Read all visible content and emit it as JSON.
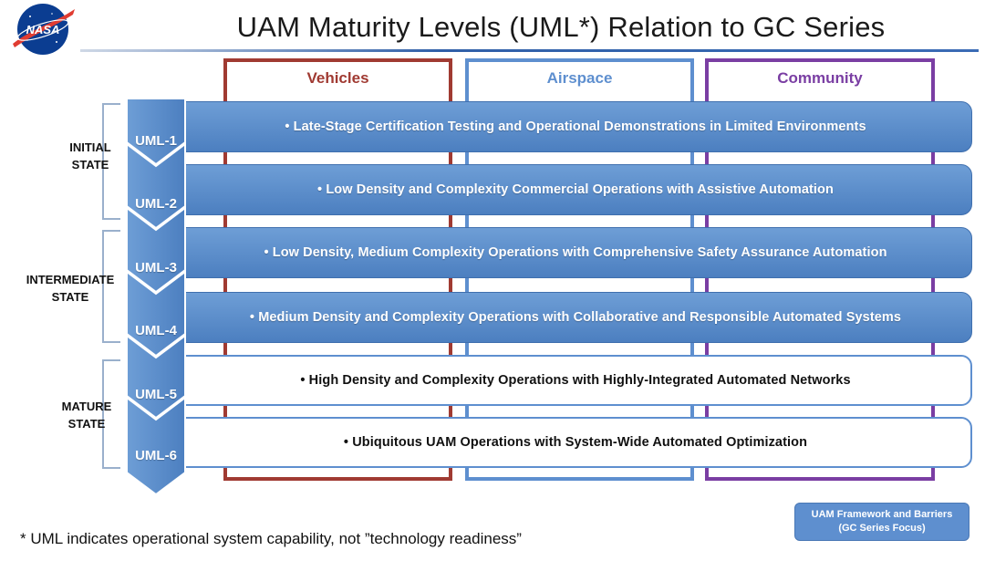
{
  "logo": {
    "text": "NASA",
    "icon": "nasa-meatball-icon"
  },
  "title": "UAM Maturity Levels (UML*) Relation to GC Series",
  "columns": [
    {
      "label": "Vehicles",
      "color": "#a03a32"
    },
    {
      "label": "Airspace",
      "color": "#5e8fcf"
    },
    {
      "label": "Community",
      "color": "#7a3ea3"
    }
  ],
  "states": [
    {
      "line1": "INITIAL",
      "line2": "STATE"
    },
    {
      "line1": "INTERMEDIATE",
      "line2": "STATE"
    },
    {
      "line1": "MATURE",
      "line2": "STATE"
    }
  ],
  "levels": [
    {
      "id": "UML-1",
      "text": "• Late-Stage Certification Testing and Operational Demonstrations in Limited Environments",
      "style": "filled"
    },
    {
      "id": "UML-2",
      "text": "• Low Density and Complexity Commercial Operations with Assistive Automation",
      "style": "filled"
    },
    {
      "id": "UML-3",
      "text": "• Low Density, Medium Complexity Operations with Comprehensive Safety Assurance Automation",
      "style": "filled"
    },
    {
      "id": "UML-4",
      "text": "• Medium Density and Complexity Operations with Collaborative and Responsible Automated Systems",
      "style": "filled"
    },
    {
      "id": "UML-5",
      "text": "• High Density and Complexity Operations with Highly-Integrated Automated Networks",
      "style": "outline"
    },
    {
      "id": "UML-6",
      "text": "• Ubiquitous UAM Operations with System-Wide Automated Optimization",
      "style": "outline"
    }
  ],
  "footnote": "* UML indicates operational system capability, not ”technology readiness”",
  "framework_button": {
    "line1": "UAM Framework and Barriers",
    "line2": "(GC Series Focus)"
  },
  "colors": {
    "bar_fill": "#4c7fc0",
    "bar_outline": "#5e8fcf",
    "chevron": "#5e8fcf"
  }
}
